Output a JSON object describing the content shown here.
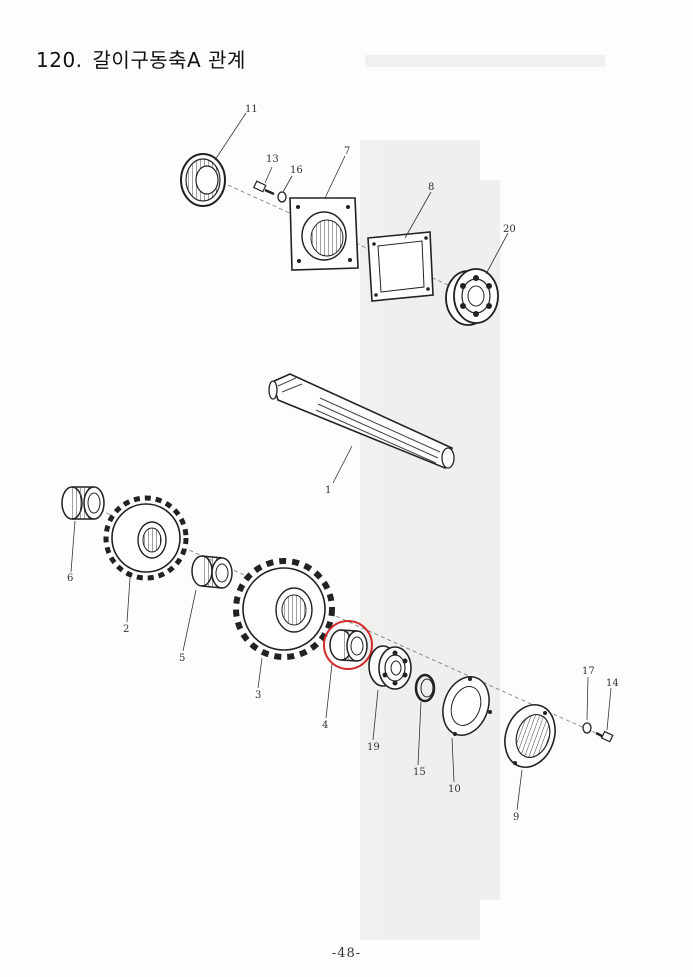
{
  "header": {
    "number": "120.",
    "title": "갈이구동축A 관계"
  },
  "parts": {
    "1": "1",
    "2": "2",
    "3": "3",
    "4": "4",
    "5": "5",
    "6": "6",
    "7": "7",
    "8": "8",
    "9": "9",
    "10": "10",
    "11": "11",
    "13": "13",
    "14": "14",
    "15": "15",
    "16": "16",
    "17": "17",
    "19": "19",
    "20": "20"
  },
  "highlight": {
    "part": "4",
    "color": "#d42a2a"
  },
  "footer": {
    "page_number": "-48-"
  }
}
